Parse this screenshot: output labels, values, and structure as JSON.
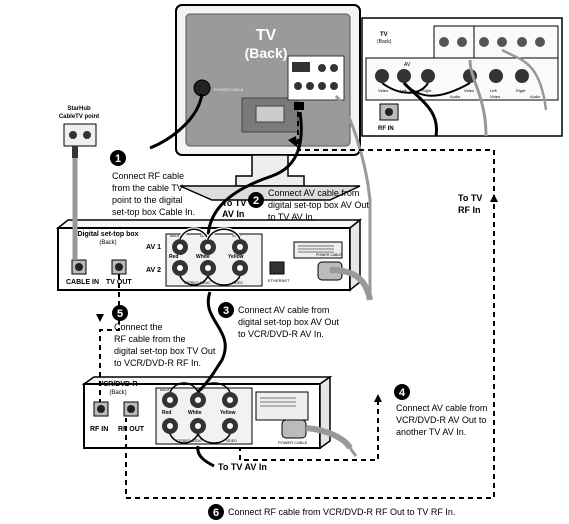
{
  "tv": {
    "title": "TV",
    "subtitle": "(Back)",
    "power_cable": "POWER CABLE"
  },
  "inset": {
    "title": "TV",
    "subtitle": "(Back)",
    "av_label": "AV",
    "rf_in": "RF IN",
    "jack_labels": [
      "Video",
      "Left",
      "Right",
      "Video",
      "Left",
      "Right"
    ],
    "bottom_labels": [
      "Audio",
      "Video",
      "Audio"
    ]
  },
  "starhub": {
    "line1": "StarHub",
    "line2": "CableTV point"
  },
  "stb": {
    "title": "Digital set-top box",
    "subtitle": "(Back)",
    "av1": "AV 1",
    "av2": "AV 2",
    "jack_red": "Red",
    "jack_white": "White",
    "jack_yellow": "Yellow",
    "right": "RIGHT",
    "left": "LEFT",
    "video": "VIDEO",
    "stereo_audio": "STEREO AUDIO",
    "ethernet": "ETHERNET",
    "power": "POWER CABLE",
    "cable_in": "CABLE IN",
    "tv_out": "TV OUT"
  },
  "vcr": {
    "title": "VCR/DVD-R",
    "subtitle": "(Back)",
    "rf_in": "RF IN",
    "rf_out": "RF OUT",
    "jack_red": "Red",
    "jack_white": "White",
    "jack_yellow": "Yellow",
    "right": "RIGHT",
    "left": "LEFT",
    "stereo_audio": "STEREO AUDIO",
    "video": "VIDEO",
    "power": "POWER CABLE"
  },
  "labels": {
    "to_tv_av_in_1": "To TV",
    "to_tv_av_in_2": "AV In",
    "to_tv_rf_in_1": "To TV",
    "to_tv_rf_in_2": "RF In",
    "to_tv_av_in_bottom": "To TV AV In"
  },
  "steps": [
    {
      "num": "1",
      "lines": [
        "Connect RF cable",
        "from the cable TV",
        "point to the digital",
        "set-top box Cable In."
      ]
    },
    {
      "num": "2",
      "lines": [
        "Connect AV cable from",
        "digital set-top box AV Out",
        "to TV AV In."
      ]
    },
    {
      "num": "3",
      "lines": [
        "Connect AV cable from",
        "digital set-top box AV Out",
        "to VCR/DVD-R AV In."
      ]
    },
    {
      "num": "4",
      "lines": [
        "Connect AV cable from",
        "VCR/DVD-R AV Out to",
        "another TV AV In."
      ]
    },
    {
      "num": "5",
      "lines": [
        "Connect the",
        "RF cable from the",
        "digital set-top box TV Out",
        "to VCR/DVD-R RF In."
      ]
    },
    {
      "num": "6",
      "lines": [
        "Connect RF cable from VCR/DVD-R RF Out to TV RF In."
      ]
    }
  ]
}
